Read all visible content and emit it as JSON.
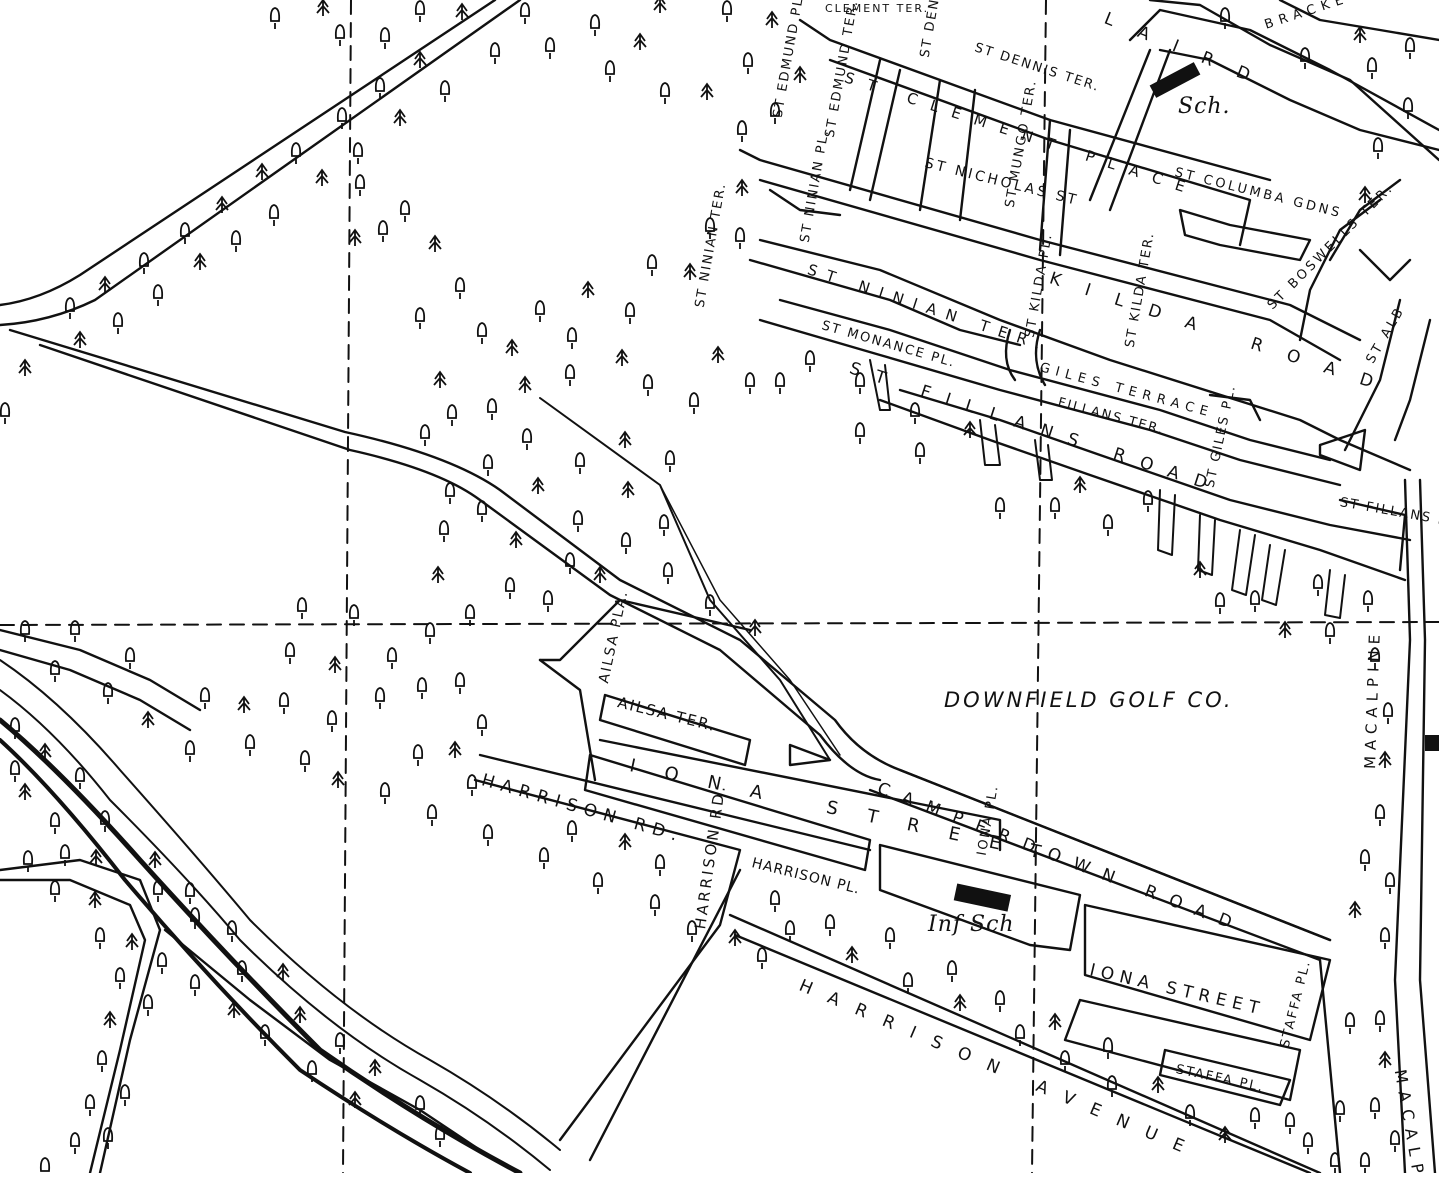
{
  "map": {
    "labels": {
      "downfield_golf": "DOWNFIELD GOLF CO.",
      "camperdown_road": "CAMPERDOWN ROAD",
      "iona_street_upper": "IONA STREET",
      "iona_street_lower": "IONA STREET",
      "harrison_rd_diag": "HARRISON RD.",
      "harrison_rd_vert": "HARRISON RD.",
      "harrison_pl": "HARRISON PL.",
      "harrison_avenue": "HARRISON AVENUE",
      "ailsa_ter": "AILSA TER.",
      "ailsa_pla": "AILSA PLA.",
      "iona_pl": "IONA PL.",
      "inf_sch": "Inf Sch",
      "sch": "Sch.",
      "staffa_pl": "STAFFA PL.",
      "staffa_pl_vert": "STAFFA PL.",
      "macalpine_rd": "MACALPINE",
      "macalp": "MACALP",
      "kilda_road": "KILDA ROAD",
      "st_kilda_pl": "ST KILDA PL.",
      "st_kilda_ter": "ST KILDA TER.",
      "giles_terrace": "GILES TERRACE",
      "st_giles_pl": "ST GILES PL.",
      "st_fillans_road": "ST FILLANS ROAD",
      "fillans_ter": "FILLANS TER.",
      "st_fillans_pl": "ST FILLANS PL.",
      "st_ninian_ter": "ST NINIAN TER.",
      "st_ninian_pl": "ST NINIAN PL.",
      "st_ninian_ter_vert": "ST NINIAN TER.",
      "st_monance_pl": "ST MONANCE PL.",
      "st_nicholas": "ST NICHOLAS ST",
      "st_clement_place": "ST CLEMENT PLACE",
      "st_mungo_ter": "ST MUNGO TER.",
      "st_dennis_ter": "ST DENNIS TER.",
      "st_dennis_pl": "ST DENNIS PL.",
      "st_edmund_pl": "ST EDMUND PL.",
      "st_edmund_ter": "ST EDMUND TER.",
      "st_columba_gdns": "ST COLUMBA GDNS",
      "st_boswells_ter": "ST BOSWELLS TER.",
      "st_alban": "ST ALB",
      "laird": "LAIRD",
      "bracken": "BRACKE",
      "clement_ter": "CLEMENT TER."
    }
  }
}
